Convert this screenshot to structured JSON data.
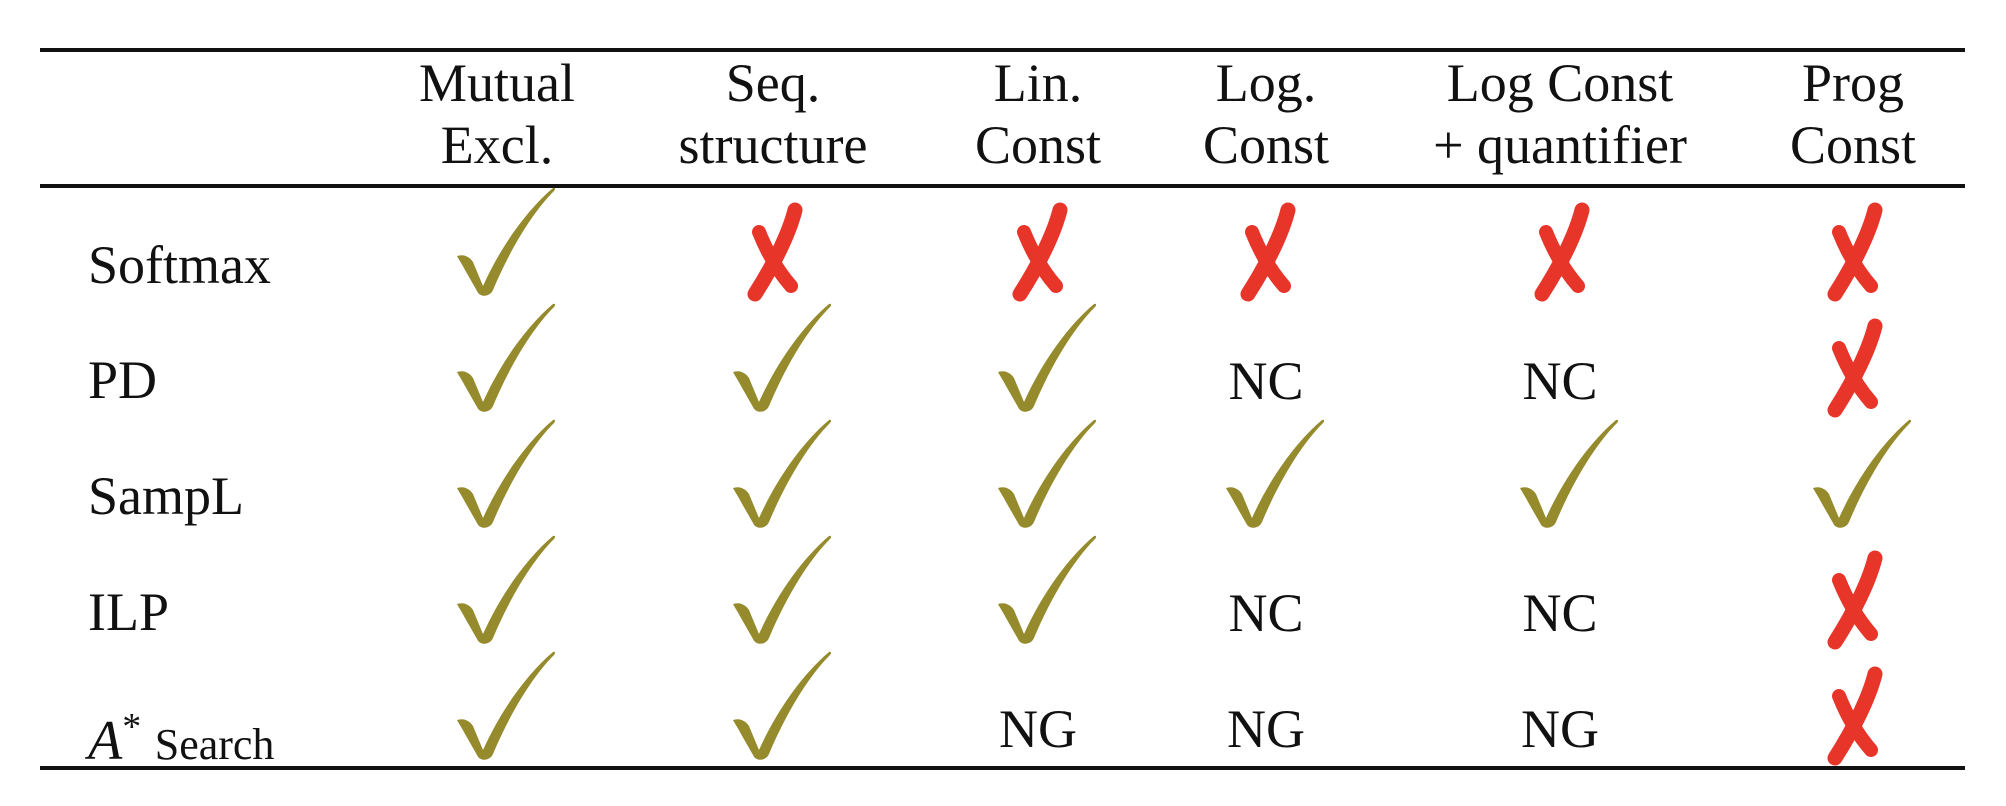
{
  "table": {
    "columns": [
      {
        "line1": "Mutual",
        "line2": "Excl."
      },
      {
        "line1": "Seq.",
        "line2": "structure"
      },
      {
        "line1": "Lin.",
        "line2": "Const"
      },
      {
        "line1": "Log.",
        "line2": "Const"
      },
      {
        "line1": "Log Const",
        "line2": "+ quantifier"
      },
      {
        "line1": "Prog",
        "line2": "Const"
      }
    ],
    "rows": [
      {
        "label": "Softmax",
        "cells": [
          "check",
          "cross",
          "cross",
          "cross",
          "cross",
          "cross"
        ]
      },
      {
        "label": "PD",
        "cells": [
          "check",
          "check",
          "check",
          "NC",
          "NC",
          "cross"
        ]
      },
      {
        "label": "SampL",
        "cells": [
          "check",
          "check",
          "check",
          "check",
          "check",
          "check"
        ]
      },
      {
        "label": "ILP",
        "cells": [
          "check",
          "check",
          "check",
          "NC",
          "NC",
          "cross"
        ]
      },
      {
        "label_math": "A",
        "label_sup": "*",
        "label_rest": "Search",
        "cells": [
          "check",
          "check",
          "NG",
          "NG",
          "NG",
          "cross"
        ]
      }
    ]
  },
  "colors": {
    "check": "#958a2c",
    "cross": "#e8352a",
    "text": "#111111"
  },
  "icons": {
    "check": "checkmark-icon",
    "cross": "cross-mark-icon"
  }
}
